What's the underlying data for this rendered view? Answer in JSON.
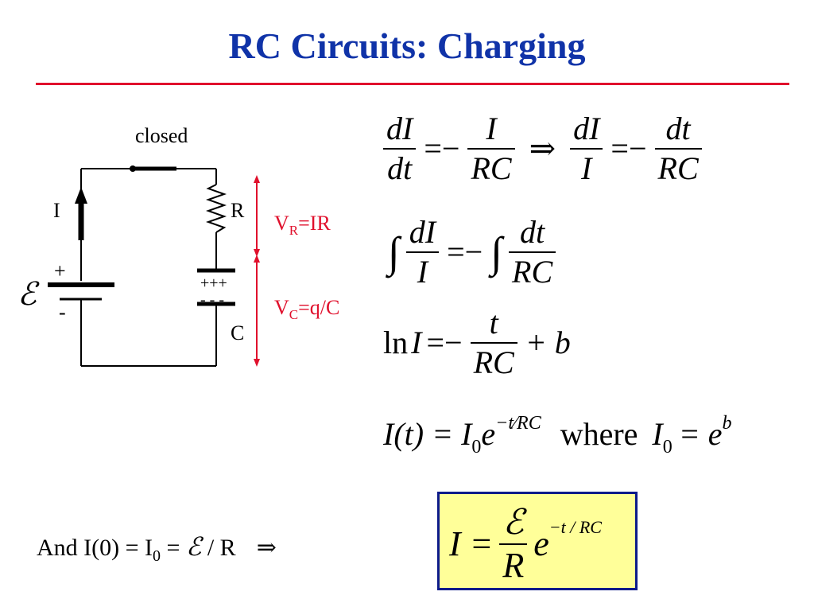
{
  "slide": {
    "title": "RC Circuits: Charging"
  },
  "circuit": {
    "switch_label": "closed",
    "current_label": "I",
    "resistor_label": "R",
    "capacitor_label": "C",
    "emf_symbol": "ℰ",
    "emf_plus": "+",
    "emf_minus": "-",
    "cap_plus": "+++",
    "cap_minus": "- - -",
    "vr_label": {
      "main": "V",
      "sub": "R",
      "rest": "=IR"
    },
    "vc_label": {
      "main": "V",
      "sub": "C",
      "rest": "=q/C"
    },
    "annotation_color": "#e0102c"
  },
  "equations": {
    "eq1": {
      "a_num": "dI",
      "a_den": "dt",
      "minus1": "=−",
      "b_num": "I",
      "b_den": "RC",
      "implies": "⇒",
      "c_num": "dI",
      "c_den": "I",
      "minus2": "=−",
      "d_num": "dt",
      "d_den": "RC"
    },
    "eq2": {
      "int1": "∫",
      "a_num": "dI",
      "a_den": "I",
      "minus": "=−",
      "int2": "∫",
      "b_num": "dt",
      "b_den": "RC"
    },
    "eq3": {
      "ln": "ln",
      "I": "I",
      "minus": "=−",
      "num": "t",
      "den": "RC",
      "plus_b": "+ b"
    },
    "eq4": {
      "lhs": "I(t) = I",
      "lhs_sub": "0",
      "e": "e",
      "exp": "−t⁄RC",
      "where": "where",
      "rhs_I": "I",
      "rhs_sub": "0",
      "rhs_eq": "= e",
      "rhs_exp": "b"
    }
  },
  "conclusion": {
    "prefix": "And I(0) = I",
    "sub": "0",
    "eq_emf": " = ",
    "emf": "ℰ",
    "over_r": " / R",
    "implies": "⇒"
  },
  "answer": {
    "lhs": "I =",
    "num": "ℰ",
    "den": "R",
    "e": "e",
    "exp": "−t / RC",
    "box_fill": "#ffff99",
    "box_border": "#0d1b8a"
  },
  "colors": {
    "title": "#1033a8",
    "rule": "#e0102c"
  }
}
